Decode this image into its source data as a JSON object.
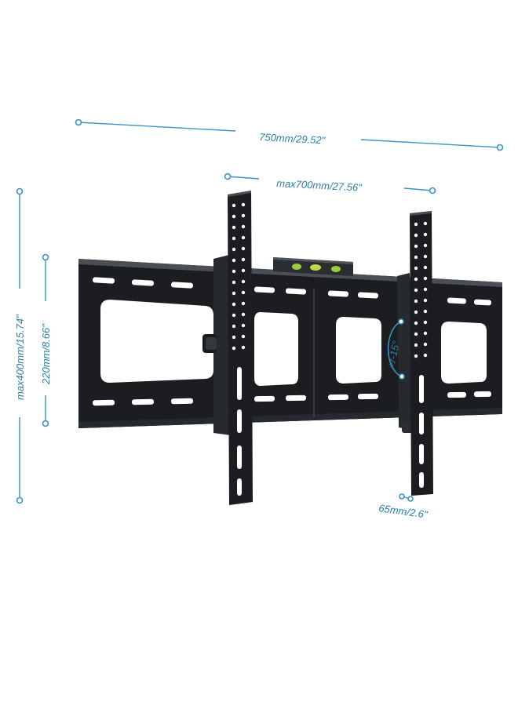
{
  "dimensions": {
    "total_width": "750mm/29.52\"",
    "max_vesa_width": "max700mm/27.56\"",
    "max_vesa_height": "max400mm/15.74\"",
    "min_vesa_height": "220mm/8.66\"",
    "wall_depth": "65mm/2.6\"",
    "tilt": "+/-15°"
  },
  "colors": {
    "dimension": "#3a93c2",
    "metal": "#1b1d20",
    "background": "#ffffff"
  },
  "objects": {
    "product": "tilting TV wall mount bracket",
    "accessory": "bubble level"
  }
}
